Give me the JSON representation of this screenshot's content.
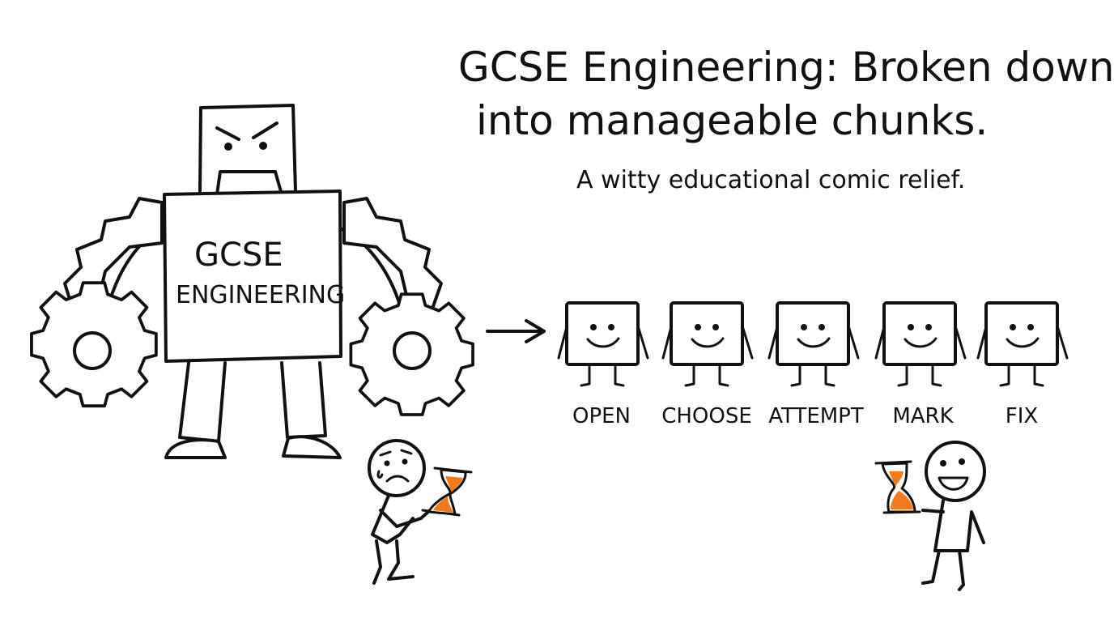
{
  "title_line1": "GCSE Engineering: Broken down",
  "title_line2": "into manageable chunks.",
  "subtitle": "A witty educational comic relief.",
  "robot": {
    "label_line1": "GCSE",
    "label_line2": "ENGINEERING"
  },
  "steps": [
    {
      "label": "OPEN"
    },
    {
      "label": "CHOOSE"
    },
    {
      "label": "ATTEMPT"
    },
    {
      "label": "MARK"
    },
    {
      "label": "FIX"
    }
  ],
  "colors": {
    "ink": "#111111",
    "hourglass_sand": "#f07a1e",
    "background": "#ffffff"
  },
  "icons": [
    "gear-icon",
    "arrow-right-icon",
    "hourglass-icon",
    "smiley-block-icon"
  ]
}
